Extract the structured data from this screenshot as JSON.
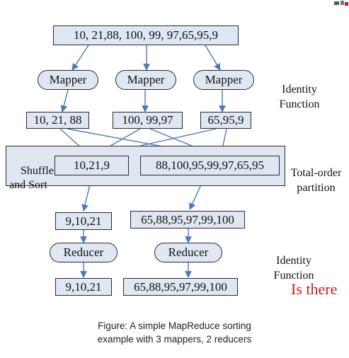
{
  "input_box": "10, 21,88, 100, 99, 97,65,95,9",
  "mappers": [
    "Mapper",
    "Mapper",
    "Mapper"
  ],
  "mapper_function_note": "Identity\nFunction",
  "mapper_outputs": [
    "10, 21, 88",
    "100, 99,97",
    "65,95,9"
  ],
  "shuffle": {
    "label": "Shuffle\nand Sort",
    "partitions": [
      "10,21,9",
      "88,100,95,99,97,65,95"
    ],
    "note": "Total-order\npartition"
  },
  "sorted_partitions": [
    "9,10,21",
    "65,88,95,97,99,100"
  ],
  "reducers": [
    "Reducer",
    "Reducer"
  ],
  "reducer_function_note": "Identity\nFunction",
  "outputs": [
    "9,10,21",
    "65,88,95,97,99,100"
  ],
  "side_text": "Is there",
  "caption": "Figure: A simple MapReduce sorting\nexample with 3 mappers, 2 reducers",
  "colors": {
    "box_fill": "#dfe7f3",
    "arrow": "#4a78c2",
    "red_text": "#c81e1e"
  }
}
